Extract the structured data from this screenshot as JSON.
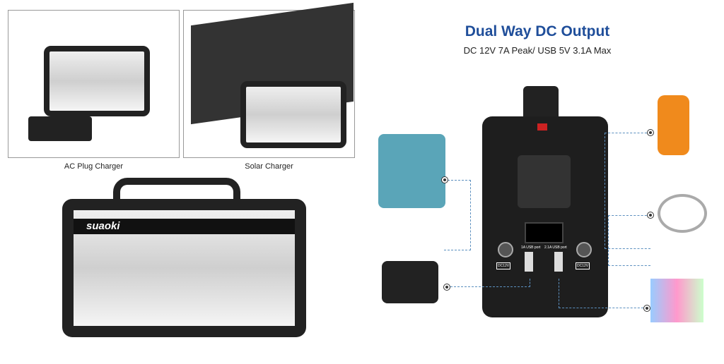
{
  "left_panels": {
    "ac_caption": "AC Plug Charger",
    "solar_caption": "Solar Charger"
  },
  "product": {
    "brand": "suaoki"
  },
  "right": {
    "title": "Dual Way DC Output",
    "subtitle": "DC 12V 7A Peak/ USB 5V 3.1A Max",
    "port_labels": {
      "usb1": "1A USB port",
      "usb2": "2.1A USB port",
      "dc_left": "DC12V",
      "dc_right": "DC12V"
    }
  },
  "colors": {
    "title": "#1f4e9a",
    "dash": "#5b8fbf"
  }
}
